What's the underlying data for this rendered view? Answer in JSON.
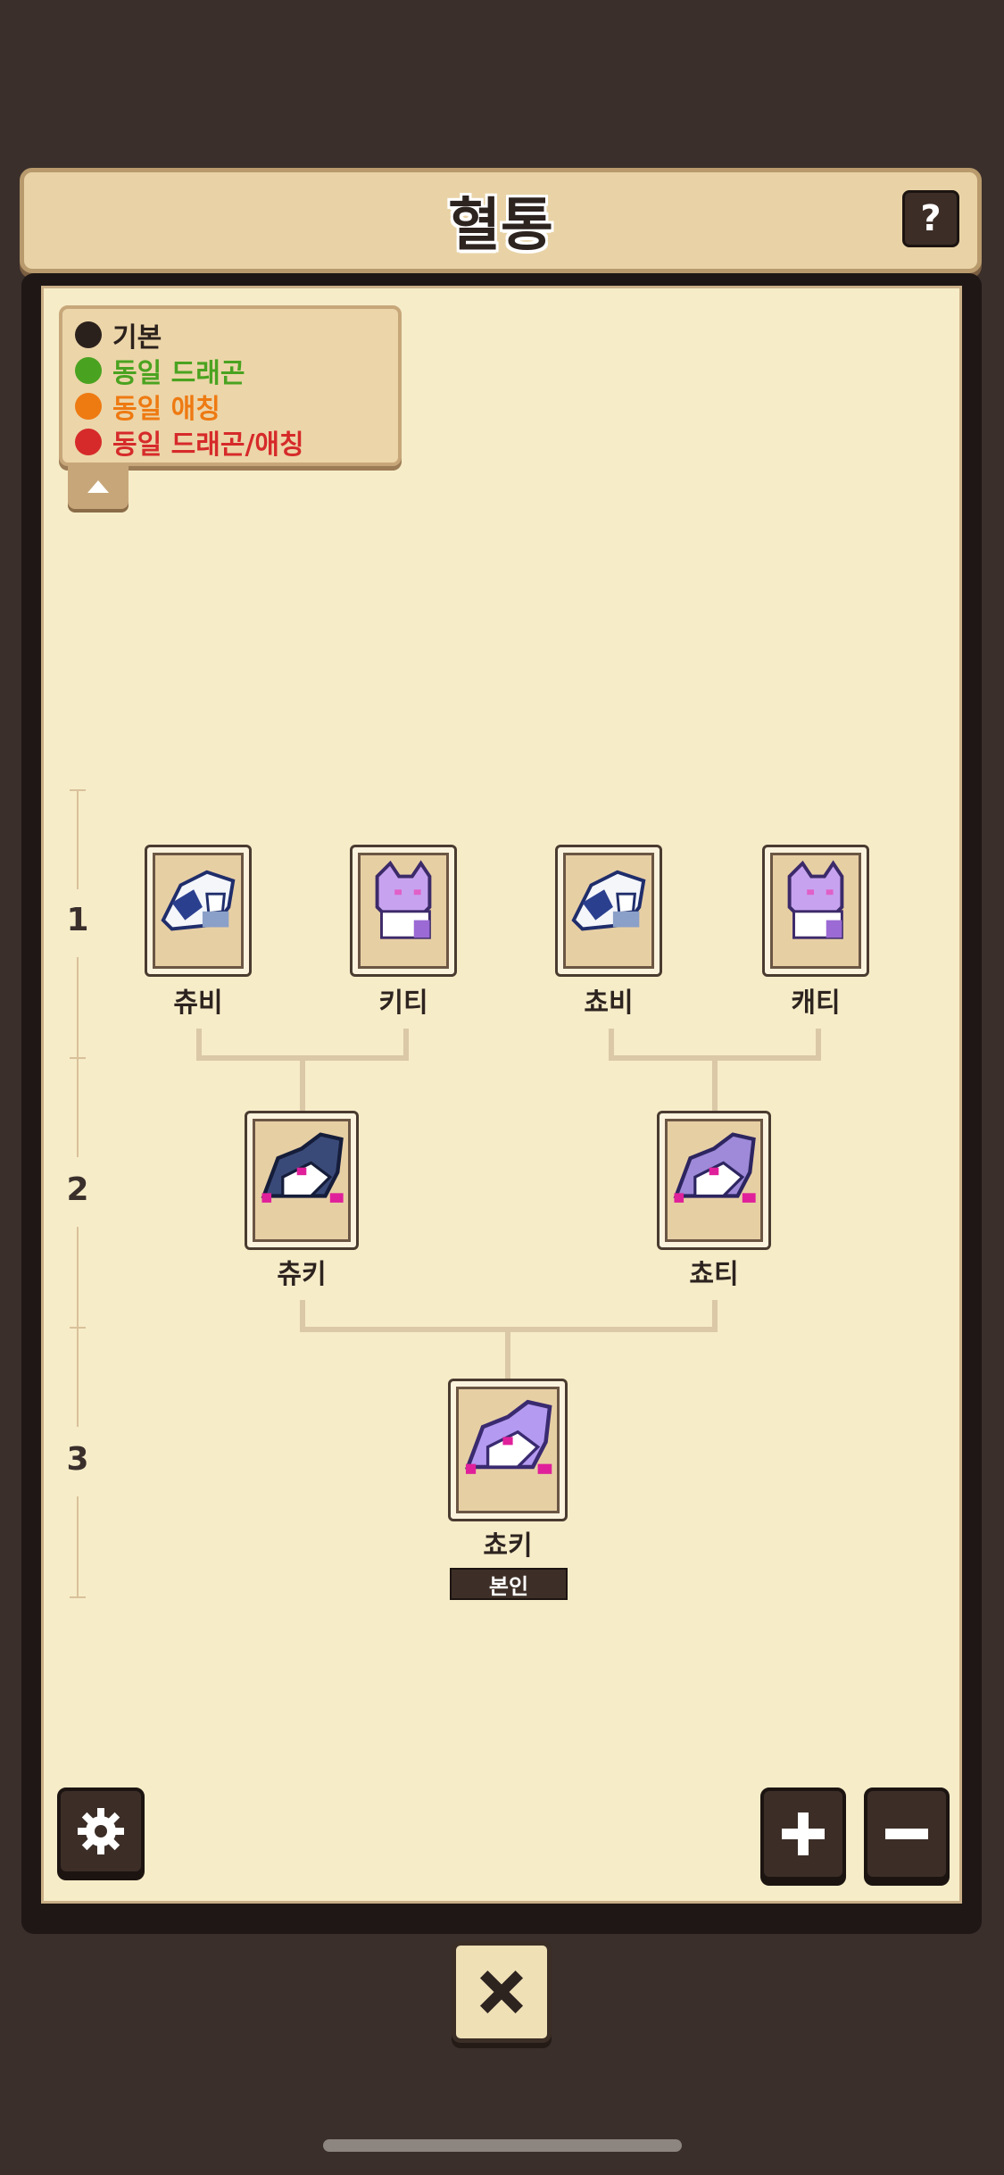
{
  "header": {
    "title": "혈통",
    "help_label": "?"
  },
  "legend": {
    "items": [
      {
        "label": "기본",
        "color": "#2b211c"
      },
      {
        "label": "동일 드래곤",
        "color": "#4aa320"
      },
      {
        "label": "동일 애칭",
        "color": "#ee7a12"
      },
      {
        "label": "동일 드래곤/애칭",
        "color": "#d62a2a"
      }
    ]
  },
  "generations": [
    "1",
    "2",
    "3"
  ],
  "tree": {
    "gen1": [
      {
        "name": "츄비",
        "sprite": "white-blue-dragon"
      },
      {
        "name": "키티",
        "sprite": "purple-cat-dragon"
      },
      {
        "name": "쵸비",
        "sprite": "white-blue-dragon"
      },
      {
        "name": "캐티",
        "sprite": "purple-cat-dragon"
      }
    ],
    "gen2": [
      {
        "name": "츄키",
        "sprite": "navy-pink-dragon"
      },
      {
        "name": "쵸티",
        "sprite": "lavender-dragon"
      }
    ],
    "gen3": [
      {
        "name": "쵸키",
        "sprite": "purple-white-dragon",
        "badge": "본인"
      }
    ]
  },
  "controls": {
    "settings_icon": "gear-icon",
    "zoom_in_icon": "plus-icon",
    "zoom_out_icon": "minus-icon",
    "close_icon": "close-icon"
  }
}
